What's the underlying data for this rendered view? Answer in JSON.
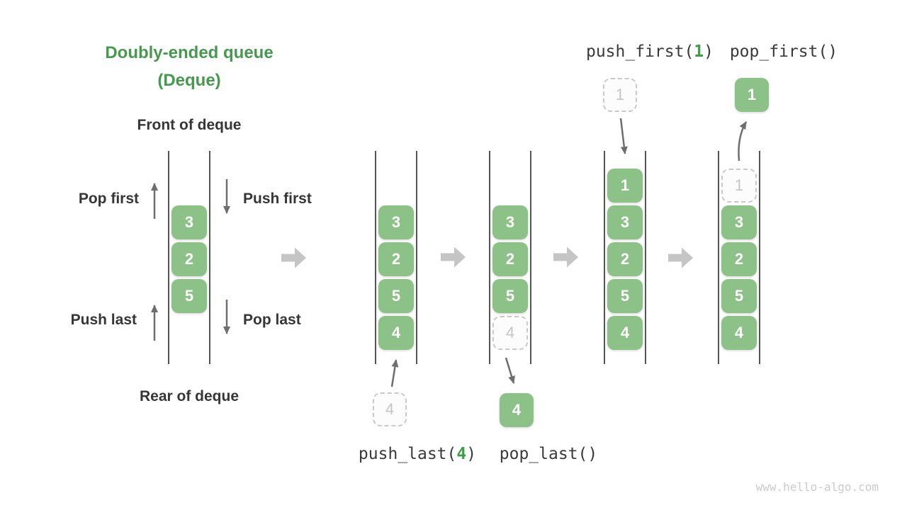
{
  "title": {
    "line1": "Doubly-ended queue",
    "line2": "(Deque)"
  },
  "front_label": "Front of deque",
  "rear_label": "Rear of deque",
  "side_labels": {
    "pop_first": "Pop first",
    "push_first": "Push first",
    "push_last": "Push last",
    "pop_last": "Pop last"
  },
  "operations": {
    "push_first": {
      "prefix": "push_first(",
      "arg": "1",
      "suffix": ")"
    },
    "pop_first": "pop_first()",
    "push_last": {
      "prefix": "push_last(",
      "arg": "4",
      "suffix": ")"
    },
    "pop_last": "pop_last()"
  },
  "queues": [
    {
      "name": "initial-deque",
      "cells": [
        {
          "value": "3"
        },
        {
          "value": "2"
        },
        {
          "value": "5"
        }
      ]
    },
    {
      "name": "after-push-last",
      "cells": [
        {
          "value": "3"
        },
        {
          "value": "2"
        },
        {
          "value": "5"
        },
        {
          "value": "4"
        }
      ]
    },
    {
      "name": "during-pop-last",
      "cells": [
        {
          "value": "3"
        },
        {
          "value": "2"
        },
        {
          "value": "5"
        },
        {
          "value": "4",
          "ghost": true
        }
      ]
    },
    {
      "name": "after-push-first",
      "cells": [
        {
          "value": "1"
        },
        {
          "value": "3"
        },
        {
          "value": "2"
        },
        {
          "value": "5"
        },
        {
          "value": "4"
        }
      ]
    },
    {
      "name": "during-pop-first",
      "cells": [
        {
          "value": "1",
          "ghost": true
        },
        {
          "value": "3"
        },
        {
          "value": "2"
        },
        {
          "value": "5"
        },
        {
          "value": "4"
        }
      ]
    }
  ],
  "floating_cells": {
    "push_last_new": "4",
    "pop_last_removed": "4",
    "push_first_new": "1",
    "pop_first_removed": "1"
  },
  "watermark": "www.hello-algo.com",
  "colors": {
    "title_green": "#459a4d",
    "cell_green": "#8cc287",
    "code_text": "#3a3a3a",
    "code_arg_green": "#3d9e47",
    "label_dark": "#363636",
    "wall_gray": "#555555",
    "thin_arrow_gray": "#6e6e6e",
    "block_arrow_gray": "#c5c5c5",
    "ghost_gray": "#c9c9c9",
    "watermark_gray": "#cbcbcb"
  }
}
